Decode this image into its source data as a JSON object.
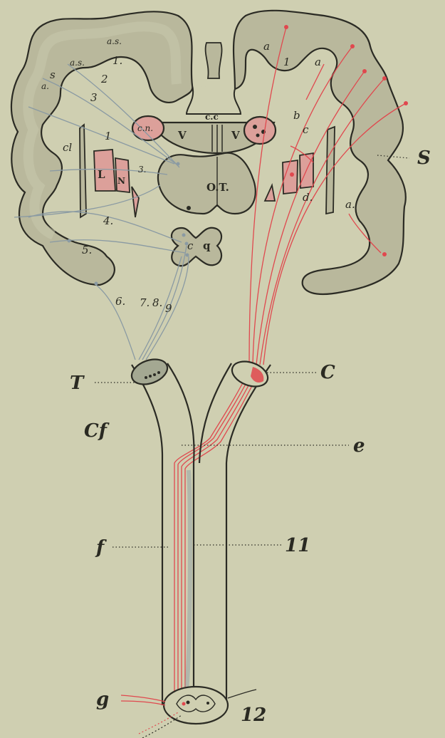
{
  "figure": {
    "background": "#cfcfb1",
    "colors": {
      "outline": "#2b2b24",
      "gray_matter": "#b9b89c",
      "red_fibers": "#e0484e",
      "red_fill": "#dca09a",
      "blue_fibers": "#8a9aa3"
    },
    "labels": {
      "as_top": "a.s.",
      "as_left": "a.s.",
      "a_left": "a.",
      "s_left": "s",
      "n1_left": "1.",
      "n2_left": "2",
      "n3_left": "3",
      "n1_inner": "1",
      "cl": "cl",
      "L": "L",
      "N": "N",
      "n3_dot": "3.",
      "cn": "c.n.",
      "cc": "c.c",
      "V_left": "V",
      "V_right": "V",
      "OT": "O.T.",
      "n4": "4.",
      "n5": "5.",
      "c_q": "c",
      "q": "q",
      "n6": "6.",
      "n7": "7.",
      "n8": "8.",
      "n9": "9",
      "a_right1": "a",
      "one_right": "1",
      "a_right2": "a",
      "b_right": "b",
      "c_right": "c",
      "d_right": "d.",
      "a_right3": "a.",
      "S": "S",
      "T": "T",
      "C": "C",
      "Cf": "Cf",
      "e": "e",
      "f": "f",
      "eleven": "11",
      "g": "g",
      "twelve": "12"
    }
  }
}
